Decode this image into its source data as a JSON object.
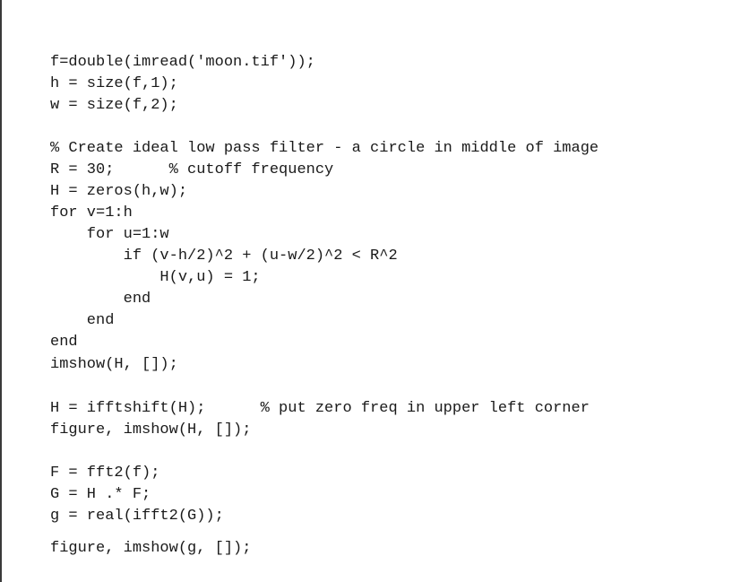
{
  "code_lines": [
    "f=double(imread('moon.tif'));",
    "h = size(f,1);",
    "w = size(f,2);",
    "% Create ideal low pass filter - a circle in middle of image",
    "R = 30;      % cutoff frequency",
    "H = zeros(h,w);",
    "for v=1:h",
    "    for u=1:w",
    "        if (v-h/2)^2 + (u-w/2)^2 < R^2",
    "            H(v,u) = 1;",
    "        end",
    "    end",
    "end",
    "imshow(H, []);",
    "H = ifftshift(H);      % put zero freq in upper left corner",
    "figure, imshow(H, []);",
    "F = fft2(f);",
    "G = H .* F;",
    "g = real(ifft2(G));",
    "figure, imshow(g, []);"
  ]
}
